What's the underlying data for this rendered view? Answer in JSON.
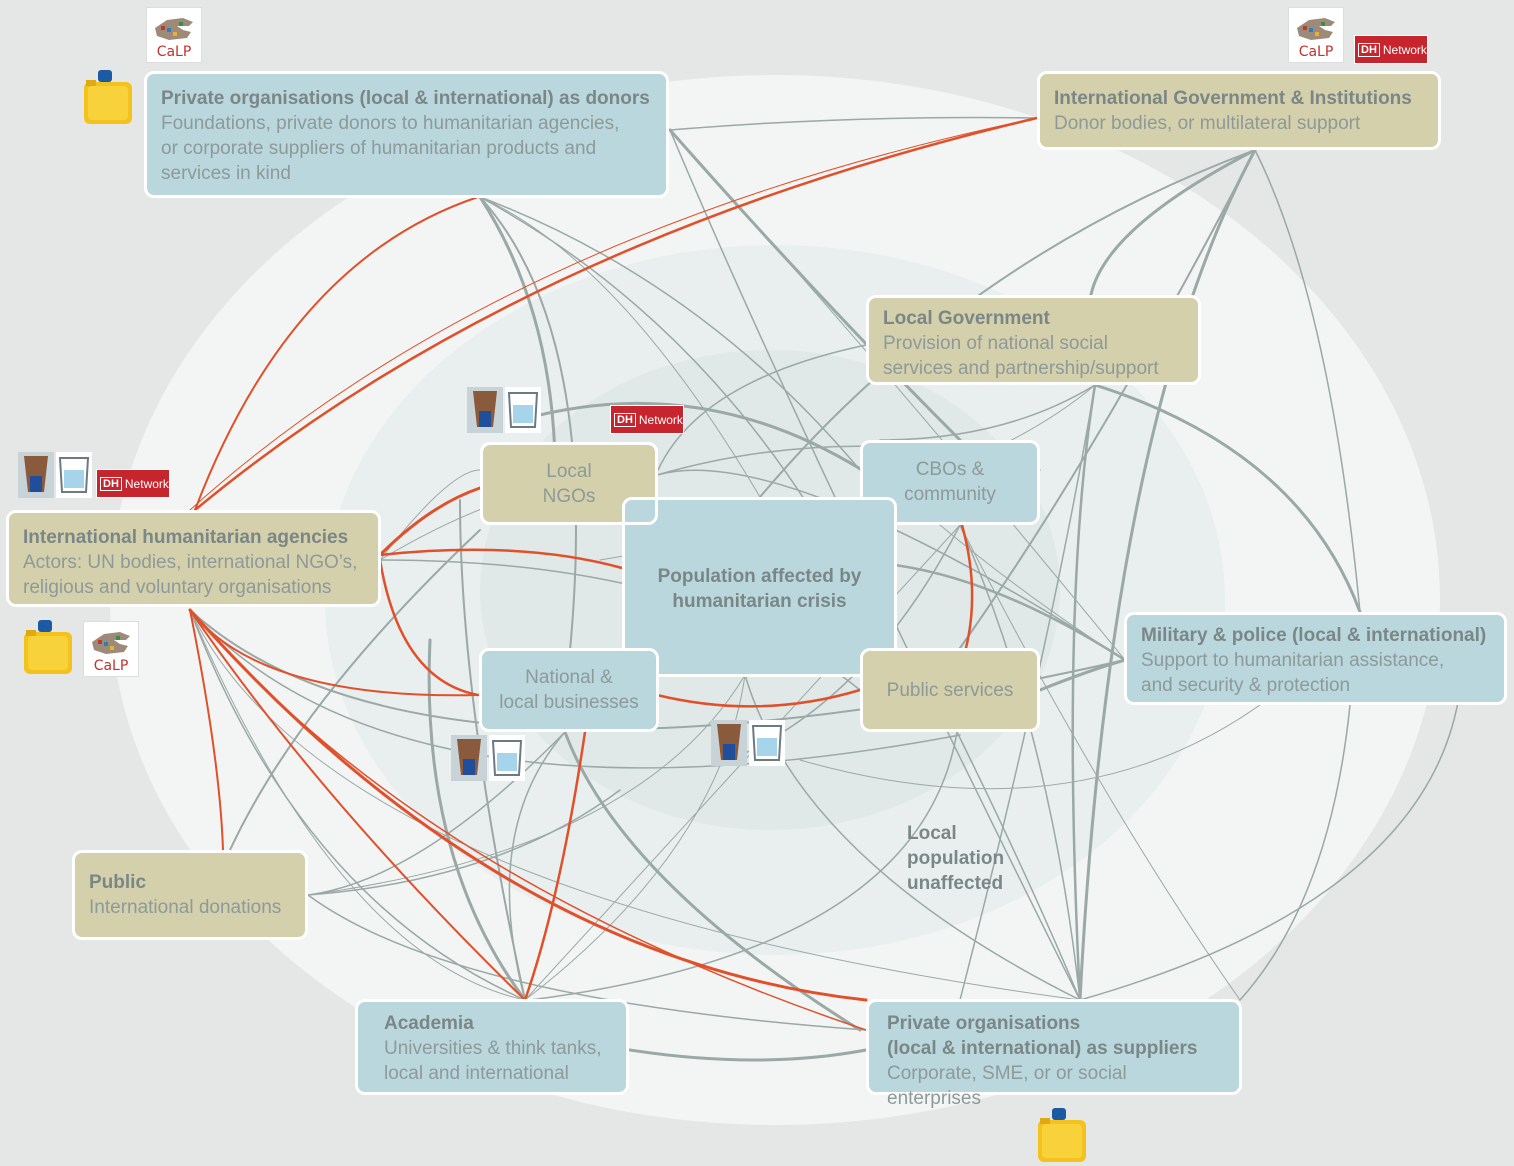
{
  "colors": {
    "background": "#e5e6e6",
    "outer_ellipse": "#f3f5f4",
    "middle_ellipse": "#e8eeee",
    "inner_ellipse": "#dfe7e8",
    "blue_box": "#b9d7dd",
    "tan_box": "#d3d0ab",
    "grey_link": "#9aa8a6",
    "orange_link": "#e0502b"
  },
  "nodes": {
    "private_donors": {
      "title": "Private organisations (local & international) as donors",
      "desc1": "Foundations, private donors to humanitarian agencies,",
      "desc2": "or corporate suppliers of humanitarian products and",
      "desc3": "services in kind"
    },
    "intl_gov": {
      "title": "International Government & Institutions",
      "desc1": "Donor bodies, or multilateral support"
    },
    "local_gov": {
      "title": "Local Government",
      "desc1": "Provision of national social",
      "desc2": "services and partnership/support"
    },
    "local_ngos": {
      "line1": "Local",
      "line2": "NGOs"
    },
    "cbos": {
      "line1": "CBOs &",
      "line2": "community"
    },
    "population": {
      "line1": "Population affected by",
      "line2": "humanitarian crisis"
    },
    "intl_humanitarian": {
      "title": "International humanitarian agencies",
      "desc1": "Actors: UN bodies, international NGO’s,",
      "desc2": "religious and voluntary organisations"
    },
    "national_business": {
      "line1": "National &",
      "line2": "local businesses"
    },
    "public_services": {
      "line1": "Public services"
    },
    "military": {
      "title": "Military & police (local & international)",
      "desc1": "Support to humanitarian assistance,",
      "desc2": "and security & protection"
    },
    "public": {
      "title": "Public",
      "desc1": "International donations"
    },
    "local_unaffected": {
      "line1": "Local",
      "line2": "population",
      "line3": "unaffected"
    },
    "academia": {
      "title": "Academia",
      "desc1": "Universities & think tanks,",
      "desc2": "local and international"
    },
    "private_suppliers": {
      "title1": "Private organisations",
      "title2": "(local & international) as suppliers",
      "desc1": "Corporate, SME, or or social enterprises"
    }
  },
  "logos": {
    "calp_text": "CaLP",
    "dhn_mark": "DH",
    "dhn_text": "Network"
  },
  "icons": [
    "jerrycan-icon",
    "water-filter-icon",
    "calp-logo",
    "dh-network-logo"
  ]
}
